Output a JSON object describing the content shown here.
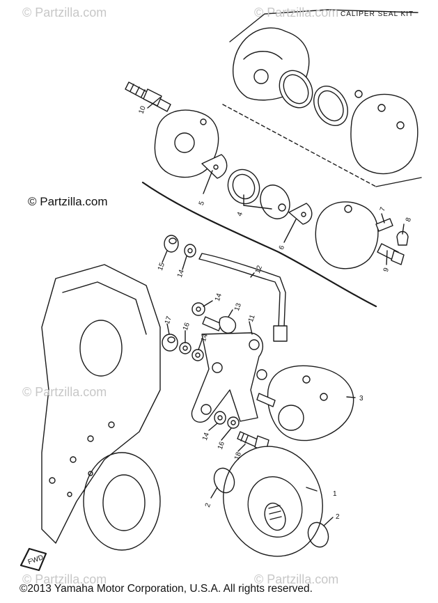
{
  "kit_label": "CALIPER SEAL KIT",
  "watermark": {
    "main": "© Partzilla.com",
    "faint": "© Partzilla.com"
  },
  "copyright": "©2013  Yamaha Motor Corporation, U.S.A. All rights reserved.",
  "direction_marker": "FWD",
  "callouts": [
    "10",
    "5",
    "4",
    "6",
    "7",
    "8",
    "9",
    "12",
    "15",
    "14",
    "14",
    "13",
    "11",
    "17",
    "16",
    "14",
    "3",
    "14",
    "16",
    "18",
    "1",
    "2",
    "2"
  ]
}
